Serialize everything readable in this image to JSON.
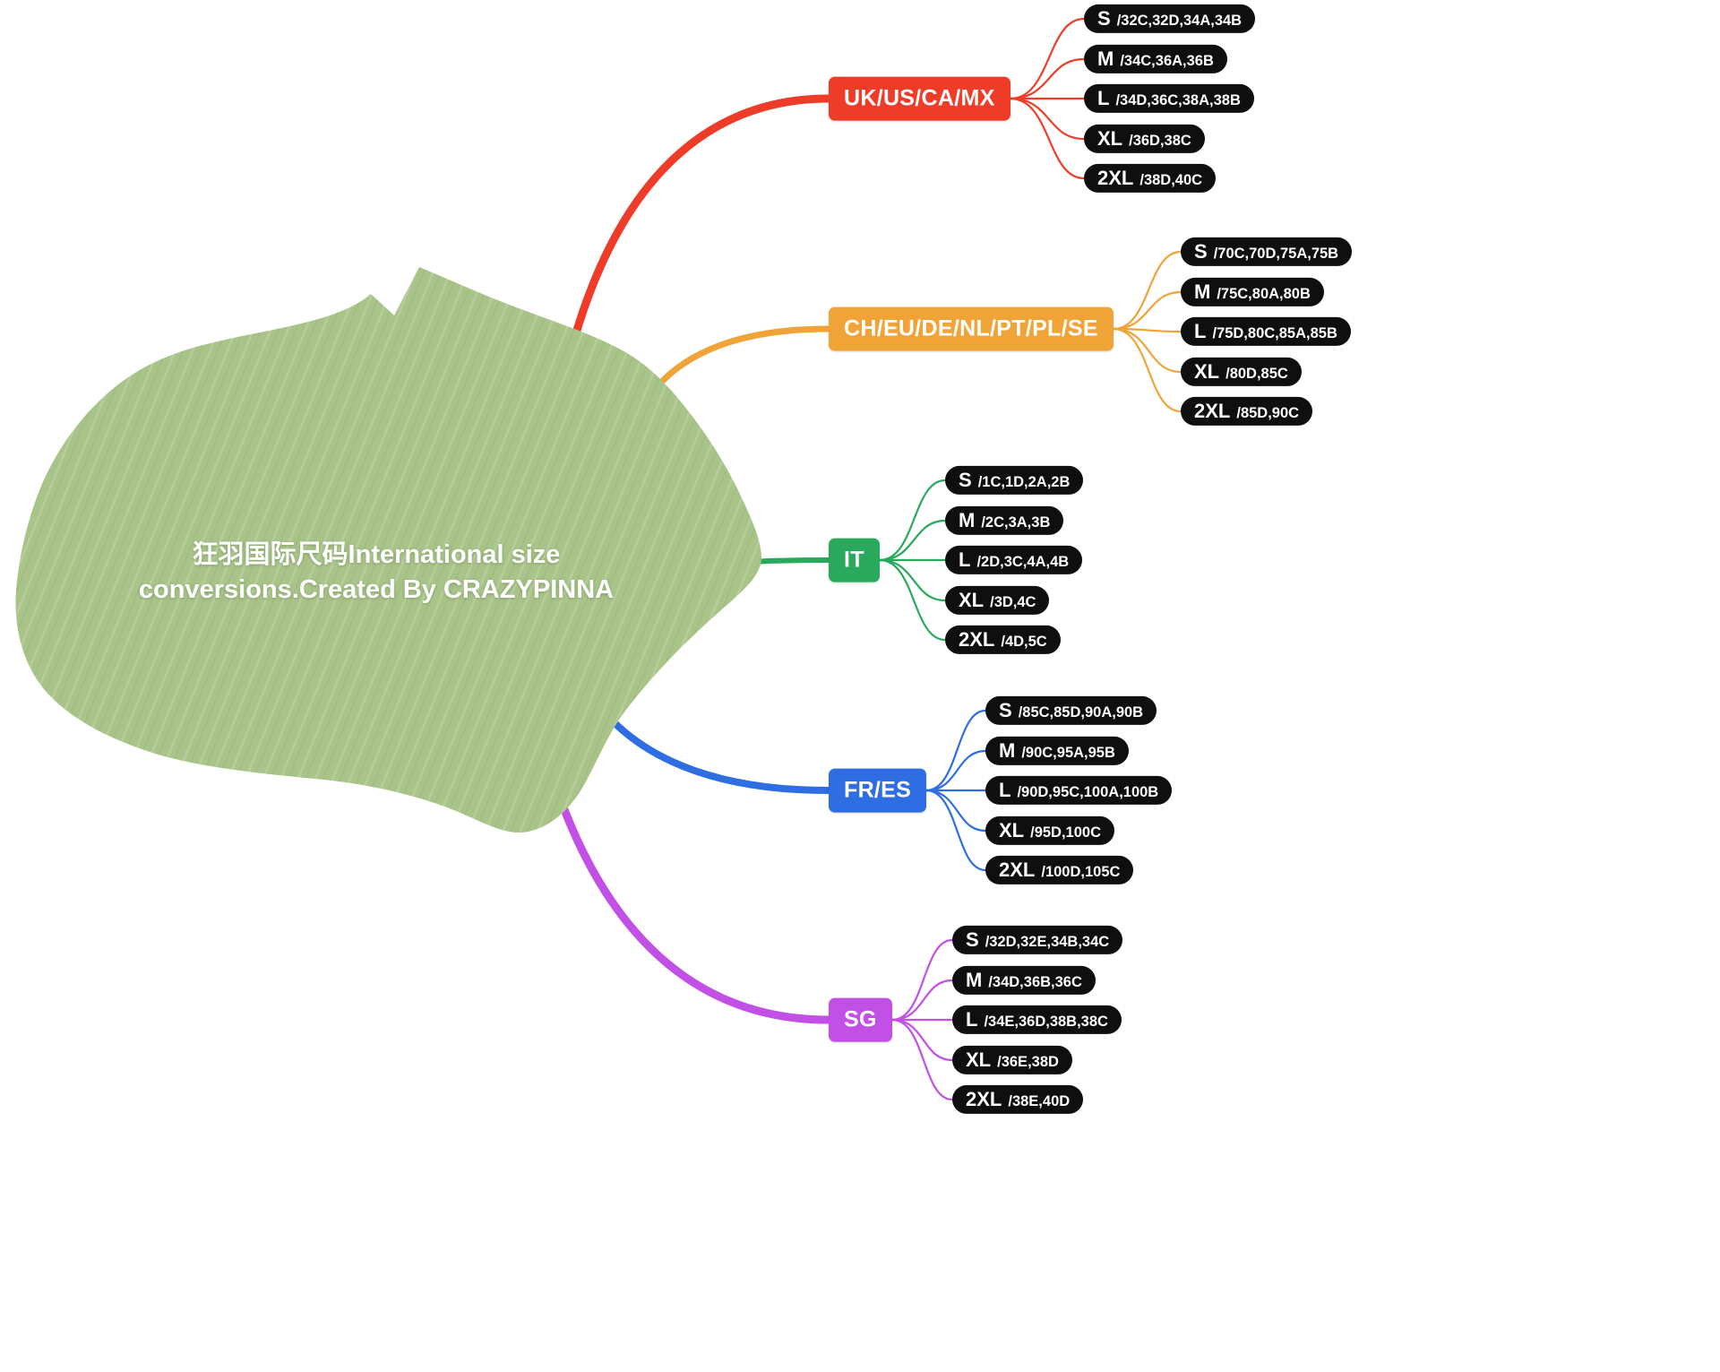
{
  "title": {
    "line1": "狂羽国际尺码International size",
    "line2": "conversions.Created By CRAZYPINNA"
  },
  "colors": {
    "leaf": "#a9c489",
    "pill_background": "#0f0f0f",
    "pill_text": "#ffffff",
    "background": "#ffffff"
  },
  "branches": [
    {
      "label": "UK/US/CA/MX",
      "color": "#ee3c29",
      "children": [
        {
          "size": "S",
          "values": "/32C,32D,34A,34B"
        },
        {
          "size": "M",
          "values": "/34C,36A,36B"
        },
        {
          "size": "L",
          "values": "/34D,36C,38A,38B"
        },
        {
          "size": "XL",
          "values": "/36D,38C"
        },
        {
          "size": "2XL",
          "values": "/38D,40C"
        }
      ]
    },
    {
      "label": "CH/EU/DE/NL/PT/PL/SE",
      "color": "#f0a437",
      "children": [
        {
          "size": "S",
          "values": "/70C,70D,75A,75B"
        },
        {
          "size": "M",
          "values": "/75C,80A,80B"
        },
        {
          "size": "L",
          "values": "/75D,80C,85A,85B"
        },
        {
          "size": "XL",
          "values": "/80D,85C"
        },
        {
          "size": "2XL",
          "values": "/85D,90C"
        }
      ]
    },
    {
      "label": "IT",
      "color": "#28a95c",
      "children": [
        {
          "size": "S",
          "values": "/1C,1D,2A,2B"
        },
        {
          "size": "M",
          "values": "/2C,3A,3B"
        },
        {
          "size": "L",
          "values": "/2D,3C,4A,4B"
        },
        {
          "size": "XL",
          "values": "/3D,4C"
        },
        {
          "size": "2XL",
          "values": "/4D,5C"
        }
      ]
    },
    {
      "label": "FR/ES",
      "color": "#2e6ee2",
      "children": [
        {
          "size": "S",
          "values": "/85C,85D,90A,90B"
        },
        {
          "size": "M",
          "values": "/90C,95A,95B"
        },
        {
          "size": "L",
          "values": "/90D,95C,100A,100B"
        },
        {
          "size": "XL",
          "values": "/95D,100C"
        },
        {
          "size": "2XL",
          "values": "/100D,105C"
        }
      ]
    },
    {
      "label": "SG",
      "color": "#c24fe6",
      "children": [
        {
          "size": "S",
          "values": "/32D,32E,34B,34C"
        },
        {
          "size": "M",
          "values": "/34D,36B,36C"
        },
        {
          "size": "L",
          "values": "/34E,36D,38B,38C"
        },
        {
          "size": "XL",
          "values": "/36E,38D"
        },
        {
          "size": "2XL",
          "values": "/38E,40D"
        }
      ]
    }
  ]
}
